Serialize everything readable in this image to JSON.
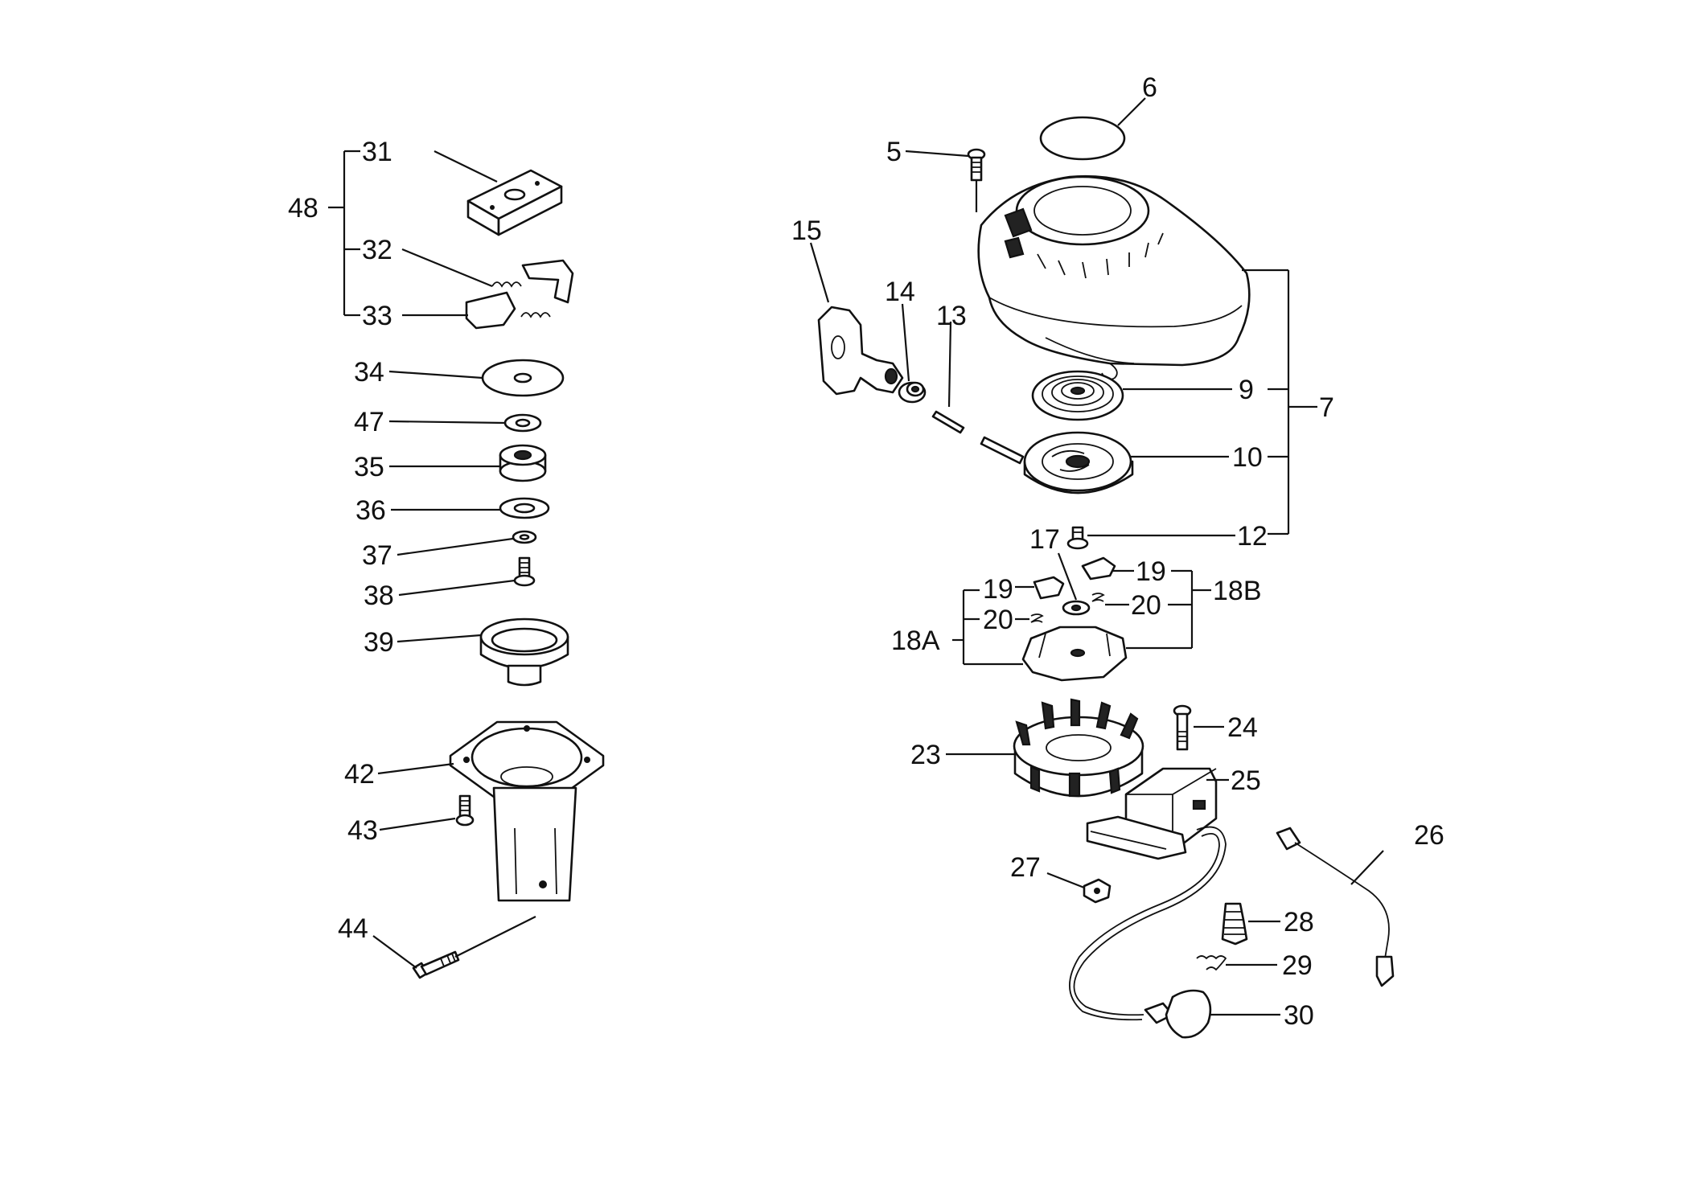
{
  "labels": {
    "p5": "5",
    "p6": "6",
    "p7": "7",
    "p9": "9",
    "p10": "10",
    "p12": "12",
    "p13": "13",
    "p14": "14",
    "p15": "15",
    "p17": "17",
    "p18a": "18A",
    "p18b": "18B",
    "p19a": "19",
    "p19b": "19",
    "p20a": "20",
    "p20b": "20",
    "p23": "23",
    "p24": "24",
    "p25": "25",
    "p26": "26",
    "p27": "27",
    "p28": "28",
    "p29": "29",
    "p30": "30",
    "p31": "31",
    "p32": "32",
    "p33": "33",
    "p34": "34",
    "p35": "35",
    "p36": "36",
    "p37": "37",
    "p38": "38",
    "p39": "39",
    "p42": "42",
    "p43": "43",
    "p44": "44",
    "p47": "47",
    "p48": "48"
  }
}
